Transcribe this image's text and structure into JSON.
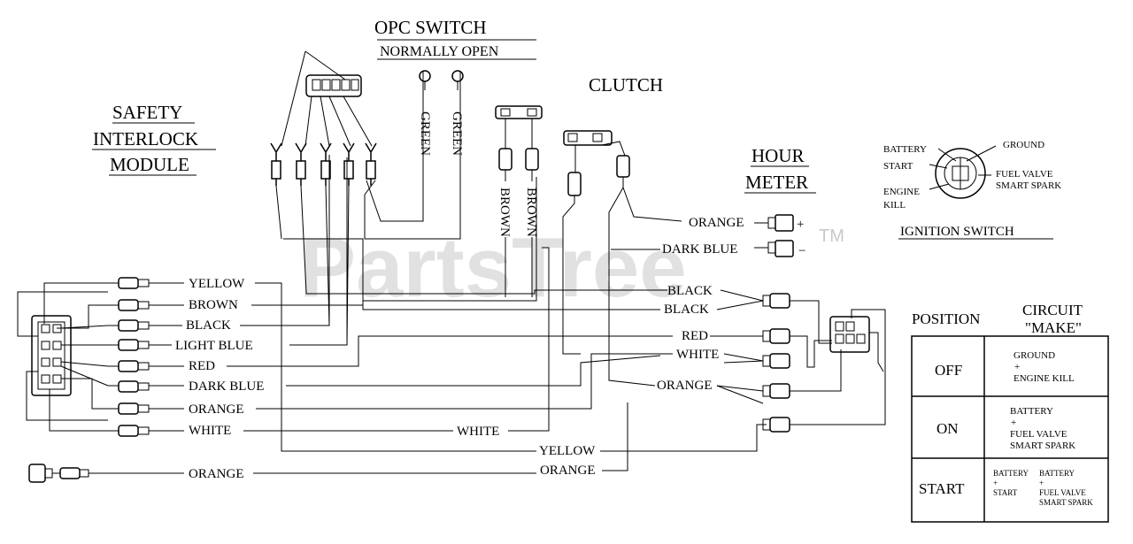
{
  "titles": {
    "opc_switch": "OPC SWITCH",
    "normally_open": "NORMALLY OPEN",
    "clutch": "CLUTCH",
    "safety_line1": "SAFETY",
    "safety_line2": "INTERLOCK",
    "safety_line3": "MODULE",
    "hour_line1": "HOUR",
    "hour_line2": "METER",
    "ignition_switch": "IGNITION SWITCH"
  },
  "watermark": {
    "text": "PartsTree",
    "tm": "TM"
  },
  "wire_labels": {
    "yellow": "YELLOW",
    "brown": "BROWN",
    "black": "BLACK",
    "light_blue": "LIGHT BLUE",
    "red": "RED",
    "dark_blue": "DARK BLUE",
    "orange": "ORANGE",
    "white": "WHITE",
    "white_mid": "WHITE",
    "yellow_bottom": "YELLOW",
    "orange_bottom_left": "ORANGE",
    "orange_bottom_right": "ORANGE",
    "opc_green_1": "GREEN",
    "opc_green_2": "GREEN",
    "clutch_brown_1": "BROWN",
    "clutch_brown_2": "BROWN",
    "hour_orange": "ORANGE",
    "hour_plus": "+",
    "hour_dark_blue": "DARK BLUE",
    "hour_minus": "−",
    "black_upper": "BLACK",
    "black_lower": "BLACK",
    "right_red": "RED",
    "right_white": "WHITE",
    "right_orange": "ORANGE"
  },
  "ignition": {
    "battery": "BATTERY",
    "ground": "GROUND",
    "start": "START",
    "fuel_valve": "FUEL VALVE",
    "smart_spark": "SMART SPARK",
    "engine": "ENGINE",
    "kill": "KILL"
  },
  "table": {
    "position_header": "POSITION",
    "circuit_header_1": "CIRCUIT",
    "circuit_header_2": "\"MAKE\"",
    "rows": [
      {
        "position": "OFF",
        "make_1": "GROUND",
        "plus": "+",
        "make_2": "ENGINE KILL"
      },
      {
        "position": "ON",
        "make_1": "BATTERY",
        "plus": "+",
        "make_2": "FUEL VALVE",
        "make_3": "SMART SPARK"
      },
      {
        "position": "START",
        "left_1": "BATTERY",
        "left_plus": "+",
        "left_2": "START",
        "right_1": "BATTERY",
        "right_plus": "+",
        "right_2": "FUEL VALVE",
        "right_3": "SMART SPARK"
      }
    ]
  }
}
